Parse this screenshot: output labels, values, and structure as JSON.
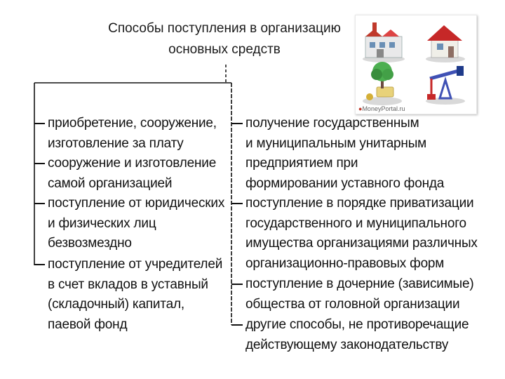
{
  "title": {
    "line1": "Способы поступления в организацию",
    "line2": "основных средств"
  },
  "left_items": [
    [
      "приобретение, сооружение,",
      "изготовление за плату"
    ],
    [
      "сооружение и изготовление",
      "самой организацией"
    ],
    [
      "поступление от юридических",
      "и физических лиц",
      "безвозмездно"
    ],
    [
      "поступление от учредителей",
      "в счет вкладов в уставный",
      "(складочный) капитал,",
      "паевой фонд"
    ]
  ],
  "right_items": [
    [
      "получение государственным",
      "и муниципальным унитарным",
      "предприятием при",
      "формировании уставного фонда"
    ],
    [
      "поступление в порядке приватизации",
      "государственного и муниципального",
      "имущества организациями различных",
      "организационно-правовых форм"
    ],
    [
      "поступление в дочерние (зависимые)",
      "общества от головной организации"
    ],
    [
      "другие способы, не противоречащие",
      "действующему законодательству"
    ]
  ],
  "illustration": {
    "icons": [
      "factory-icon",
      "house-icon",
      "tree-icon",
      "oil-pump-icon"
    ],
    "watermark": "MoneyPortal.ru"
  }
}
